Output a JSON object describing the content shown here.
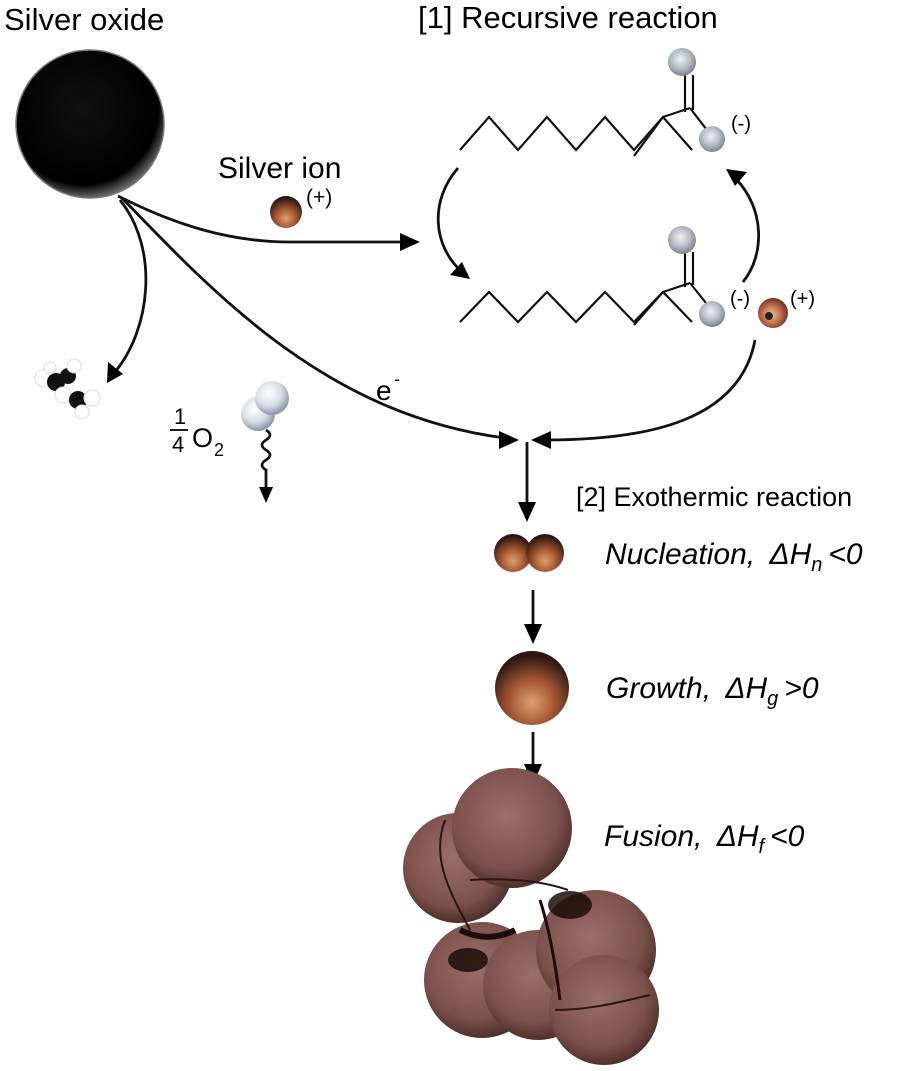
{
  "labels": {
    "silver_oxide": "Silver oxide",
    "silver_ion": "Silver ion",
    "plus_charge": "(+)",
    "minus_charge": "(-)",
    "recursive_reaction": "[1] Recursive reaction",
    "exothermic_reaction": "[2] Exothermic reaction",
    "electron": "e",
    "electron_superscript": "-",
    "oxygen_coeff_num": "1",
    "oxygen_coeff_den": "4",
    "oxygen_symbol": "O",
    "oxygen_subscript": "2"
  },
  "stages": [
    {
      "name": "Nucleation,",
      "symbol": "ΔH",
      "subscript": "n",
      "relation": "<0"
    },
    {
      "name": "Growth,",
      "symbol": "ΔH",
      "subscript": "g",
      "relation": ">0"
    },
    {
      "name": "Fusion,",
      "symbol": "ΔH",
      "subscript": "f",
      "relation": "<0"
    }
  ],
  "colors": {
    "silver_oxide": "#000000",
    "silver": "#8a4a32",
    "oxygen_atom": "#b9c1ca",
    "fused_particle": "#7a4e48"
  }
}
